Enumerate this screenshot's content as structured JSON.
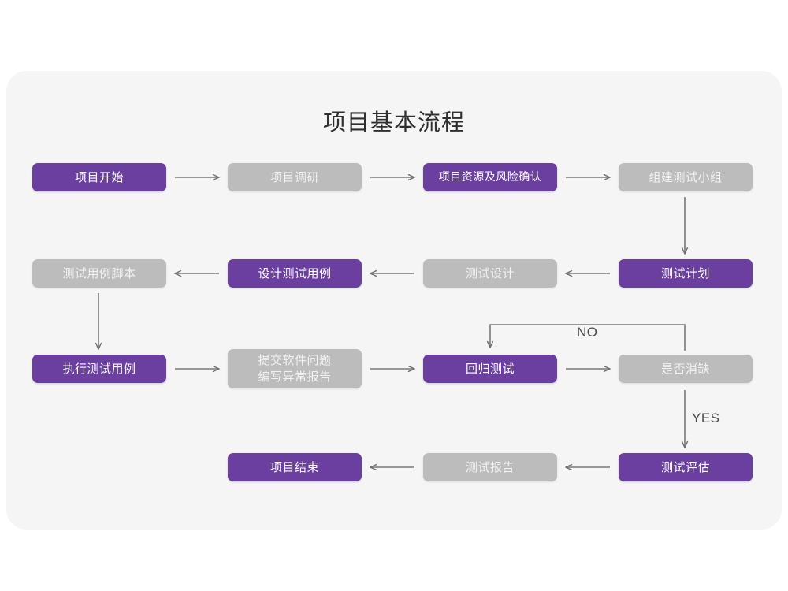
{
  "diagram": {
    "title": "项目基本流程",
    "colors": {
      "purple": "#6b3fa0",
      "gray": "#bcbcbc",
      "card_background": "#f5f5f5",
      "page_background": "#ffffff",
      "connector": "#777777",
      "title_text": "#2f2f2f"
    },
    "nodes": [
      {
        "id": "n1",
        "label": "项目开始",
        "style": "purple",
        "row": 1,
        "col": 1
      },
      {
        "id": "n2",
        "label": "项目调研",
        "style": "gray",
        "row": 1,
        "col": 2
      },
      {
        "id": "n3",
        "label": "项目资源及风险确认",
        "style": "purple",
        "row": 1,
        "col": 3
      },
      {
        "id": "n4",
        "label": "组建测试小组",
        "style": "gray",
        "row": 1,
        "col": 4
      },
      {
        "id": "n5",
        "label": "测试用例脚本",
        "style": "gray",
        "row": 2,
        "col": 1
      },
      {
        "id": "n6",
        "label": "设计测试用例",
        "style": "purple",
        "row": 2,
        "col": 2
      },
      {
        "id": "n7",
        "label": "测试设计",
        "style": "gray",
        "row": 2,
        "col": 3
      },
      {
        "id": "n8",
        "label": "测试计划",
        "style": "purple",
        "row": 2,
        "col": 4
      },
      {
        "id": "n9",
        "label": "执行测试用例",
        "style": "purple",
        "row": 3,
        "col": 1
      },
      {
        "id": "n10",
        "label": "提交软件问题\n编写异常报告",
        "style": "gray",
        "row": 3,
        "col": 2
      },
      {
        "id": "n11",
        "label": "回归测试",
        "style": "purple",
        "row": 3,
        "col": 3
      },
      {
        "id": "n12",
        "label": "是否消缺",
        "style": "gray",
        "row": 3,
        "col": 4
      },
      {
        "id": "n13",
        "label": "项目结束",
        "style": "purple",
        "row": 4,
        "col": 2
      },
      {
        "id": "n14",
        "label": "测试报告",
        "style": "gray",
        "row": 4,
        "col": 3
      },
      {
        "id": "n15",
        "label": "测试评估",
        "style": "purple",
        "row": 4,
        "col": 4
      }
    ],
    "edge_labels": {
      "no": "NO",
      "yes": "YES"
    }
  }
}
